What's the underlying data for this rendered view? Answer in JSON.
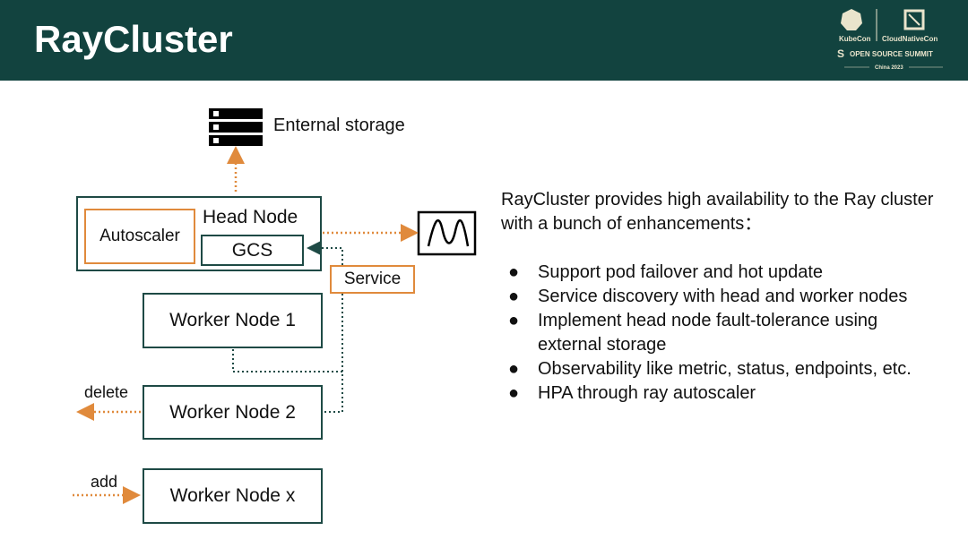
{
  "header": {
    "title": "RayCluster",
    "logo": {
      "kubecon": "KubeCon",
      "cloudnativecon": "CloudNativeCon",
      "summit": "OPEN SOURCE SUMMIT",
      "event": "China 2023"
    }
  },
  "diagram": {
    "storage_label": "Enternal storage",
    "head_node": "Head Node",
    "autoscaler": "Autoscaler",
    "gcs": "GCS",
    "service": "Service",
    "worker1": "Worker Node 1",
    "worker2": "Worker Node 2",
    "workerx": "Worker Node x",
    "delete": "delete",
    "add": "add",
    "colors": {
      "accent": "#e08a3c",
      "node_border": "#1e4a45",
      "header": "#12433f"
    }
  },
  "content": {
    "intro": "RayCluster provides high availability to the Ray cluster with a bunch of enhancements：",
    "bullets": [
      "Support pod failover and hot update",
      "Service discovery with head and worker nodes",
      "Implement head node fault-tolerance using external storage",
      "Observability like metric, status, endpoints, etc.",
      "HPA through ray autoscaler"
    ],
    "bullet_glyph": "●"
  }
}
